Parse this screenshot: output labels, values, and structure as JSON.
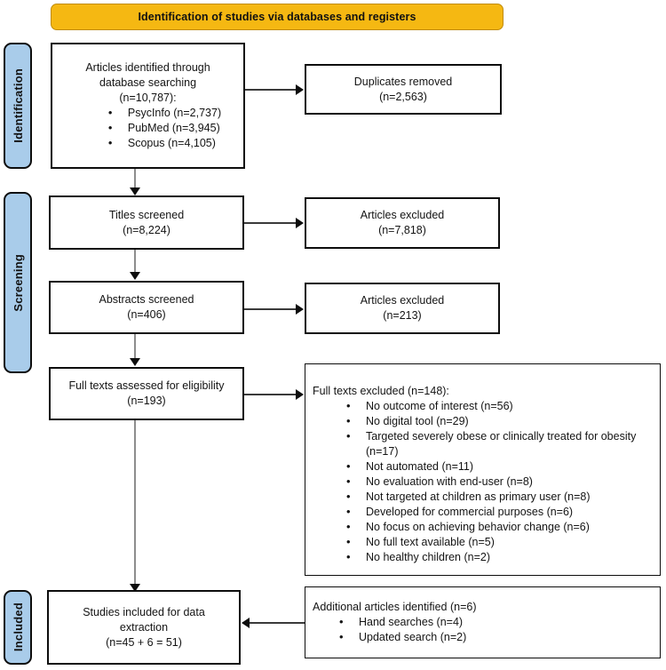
{
  "banner": {
    "text": "Identification of studies via databases and registers",
    "fill_color": "#F5B812"
  },
  "stages": [
    {
      "key": "identification",
      "label": "Identification",
      "fill_color": "#A9CCEA"
    },
    {
      "key": "screening",
      "label": "Screening",
      "fill_color": "#A9CCEA"
    },
    {
      "key": "included",
      "label": "Included",
      "fill_color": "#A9CCEA"
    }
  ],
  "boxes": {
    "records_identified": {
      "line1": "Articles identified through",
      "line2": "database searching",
      "line3": "(n=10,787):",
      "bullets": [
        "PsycInfo (n=2,737)",
        "PubMed (n=3,945)",
        "Scopus (n=4,105)"
      ]
    },
    "duplicates_removed": {
      "line1": "Duplicates removed",
      "line2": "(n=2,563)"
    },
    "titles_screened": {
      "line1": "Titles screened",
      "line2": "(n=8,224)"
    },
    "titles_excluded": {
      "line1": "Articles excluded",
      "line2": "(n=7,818)"
    },
    "abstracts_screened": {
      "line1": "Abstracts screened",
      "line2": "(n=406)"
    },
    "abstracts_excluded": {
      "line1": "Articles excluded",
      "line2": "(n=213)"
    },
    "full_texts_assessed": {
      "line1": "Full texts assessed for eligibility",
      "line2": "(n=193)"
    },
    "full_texts_excluded": {
      "heading": "Full texts excluded (n=148):",
      "bullets": [
        "No outcome of interest (n=56)",
        "No digital tool (n=29)",
        "Targeted severely obese or clinically treated for obesity (n=17)",
        "Not automated (n=11)",
        "No evaluation with end-user (n=8)",
        "Not targeted at children as primary user (n=8)",
        "Developed for commercial purposes (n=6)",
        "No focus on achieving behavior change (n=6)",
        "No full text available (n=5)",
        "No healthy children (n=2)"
      ]
    },
    "studies_included": {
      "line1": "Studies included for data",
      "line2": "extraction",
      "line3": "(n=45 + 6 = 51)"
    },
    "additional_articles": {
      "heading": "Additional articles identified (n=6)",
      "bullets": [
        "Hand searches (n=4)",
        "Updated search (n=2)"
      ]
    }
  },
  "chart_data": {
    "type": "diagram",
    "title": "Identification of studies via databases and registers",
    "stages": [
      "Identification",
      "Screening",
      "Included"
    ],
    "nodes": [
      {
        "id": "records_identified",
        "label": "Articles identified through database searching",
        "n": 10787,
        "stage": "Identification",
        "breakdown": [
          {
            "source": "PsycInfo",
            "n": 2737
          },
          {
            "source": "PubMed",
            "n": 3945
          },
          {
            "source": "Scopus",
            "n": 4105
          }
        ]
      },
      {
        "id": "duplicates_removed",
        "label": "Duplicates removed",
        "n": 2563,
        "stage": "Identification"
      },
      {
        "id": "titles_screened",
        "label": "Titles screened",
        "n": 8224,
        "stage": "Screening"
      },
      {
        "id": "titles_excluded",
        "label": "Articles excluded",
        "n": 7818,
        "stage": "Screening"
      },
      {
        "id": "abstracts_screened",
        "label": "Abstracts screened",
        "n": 406,
        "stage": "Screening"
      },
      {
        "id": "abstracts_excluded",
        "label": "Articles excluded",
        "n": 213,
        "stage": "Screening"
      },
      {
        "id": "full_texts_assessed",
        "label": "Full texts assessed for eligibility",
        "n": 193,
        "stage": "Screening"
      },
      {
        "id": "full_texts_excluded",
        "label": "Full texts excluded",
        "n": 148,
        "stage": "Screening",
        "reasons": [
          {
            "reason": "No outcome of interest",
            "n": 56
          },
          {
            "reason": "No digital tool",
            "n": 29
          },
          {
            "reason": "Targeted severely obese or clinically treated for obesity",
            "n": 17
          },
          {
            "reason": "Not automated",
            "n": 11
          },
          {
            "reason": "No evaluation with end-user",
            "n": 8
          },
          {
            "reason": "Not targeted at children as primary user",
            "n": 8
          },
          {
            "reason": "Developed for commercial purposes",
            "n": 6
          },
          {
            "reason": "No focus on achieving behavior change",
            "n": 6
          },
          {
            "reason": "No full text available",
            "n": 5
          },
          {
            "reason": "No healthy children",
            "n": 2
          }
        ]
      },
      {
        "id": "additional_articles",
        "label": "Additional articles identified",
        "n": 6,
        "stage": "Included",
        "breakdown": [
          {
            "source": "Hand searches",
            "n": 4
          },
          {
            "source": "Updated search",
            "n": 2
          }
        ]
      },
      {
        "id": "studies_included",
        "label": "Studies included for data extraction",
        "n": 51,
        "stage": "Included",
        "formula": "45 + 6 = 51"
      }
    ],
    "edges": [
      {
        "from": "records_identified",
        "to": "duplicates_removed",
        "direction": "right"
      },
      {
        "from": "records_identified",
        "to": "titles_screened",
        "direction": "down"
      },
      {
        "from": "titles_screened",
        "to": "titles_excluded",
        "direction": "right"
      },
      {
        "from": "titles_screened",
        "to": "abstracts_screened",
        "direction": "down"
      },
      {
        "from": "abstracts_screened",
        "to": "abstracts_excluded",
        "direction": "right"
      },
      {
        "from": "abstracts_screened",
        "to": "full_texts_assessed",
        "direction": "down"
      },
      {
        "from": "full_texts_assessed",
        "to": "full_texts_excluded",
        "direction": "right"
      },
      {
        "from": "full_texts_assessed",
        "to": "studies_included",
        "direction": "down"
      },
      {
        "from": "additional_articles",
        "to": "studies_included",
        "direction": "left"
      }
    ]
  }
}
